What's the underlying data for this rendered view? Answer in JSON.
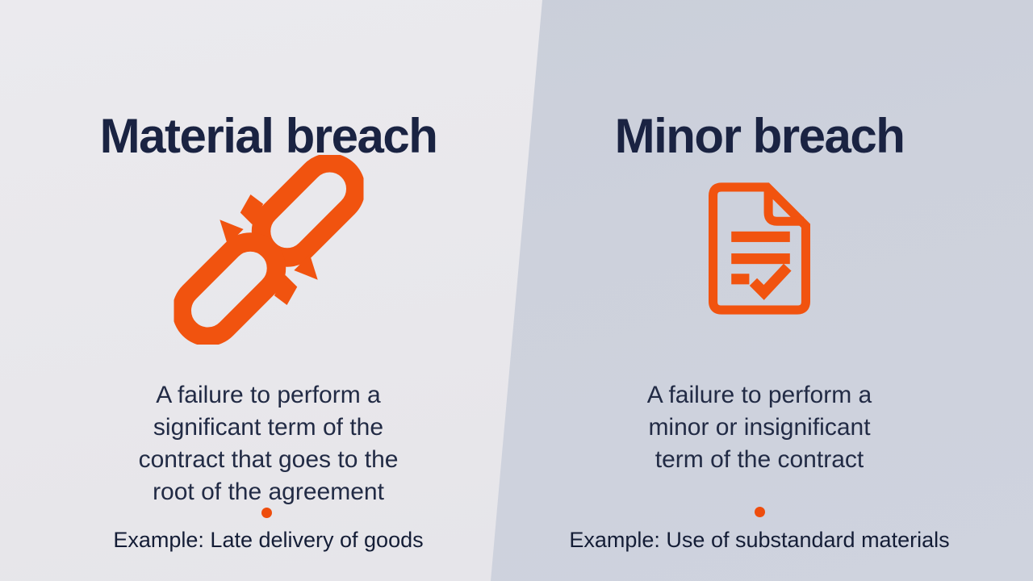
{
  "theme": {
    "left_bg": "#E8E7EB",
    "right_bg": "#CDD1DC",
    "accent_orange": "#F1530F",
    "dot_orange": "#EE4D0D",
    "title_color": "#1A2342",
    "body_color": "#222B45"
  },
  "left_panel": {
    "title": "Material breach",
    "icon": "broken-chain-icon",
    "description_lines": [
      "A failure to perform a",
      "significant term of the",
      "contract that goes to the",
      "root of the agreement"
    ],
    "example": "Example: Late delivery of goods"
  },
  "right_panel": {
    "title": "Minor breach",
    "icon": "document-check-icon",
    "description_lines": [
      "A failure to perform a",
      "minor or insignificant",
      "term of the contract"
    ],
    "example": "Example: Use of substandard materials"
  }
}
